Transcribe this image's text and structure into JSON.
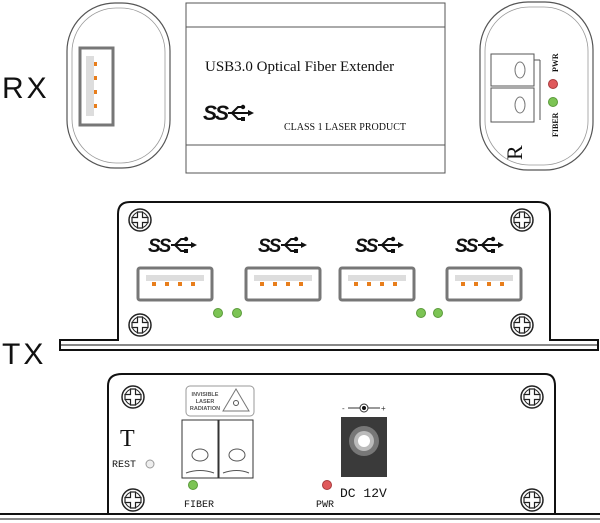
{
  "labels": {
    "rx": "RX",
    "tx": "TX"
  },
  "rx_unit": {
    "title": "USB3.0 Optical Fiber Extender",
    "logo": "SS",
    "laser_class": "CLASS 1 LASER PRODUCT",
    "side_letter": "R",
    "pwr_label": "PWR",
    "fiber_label": "FIBER"
  },
  "tx_unit": {
    "logo": "SS",
    "side_letter": "T",
    "reset_label": "REST",
    "laser_warning": [
      "INVISIBLE",
      "LASER",
      "RADIATION"
    ],
    "fiber_label": "FIBER",
    "pwr_label": "PWR",
    "dc_label": "DC 12V",
    "polarity_minus": "-",
    "polarity_plus": "+"
  },
  "colors": {
    "led_red": "#e0595b",
    "led_green": "#7cc454",
    "usb_pin": "#e87e1c",
    "jack": "#3a3a3a"
  }
}
